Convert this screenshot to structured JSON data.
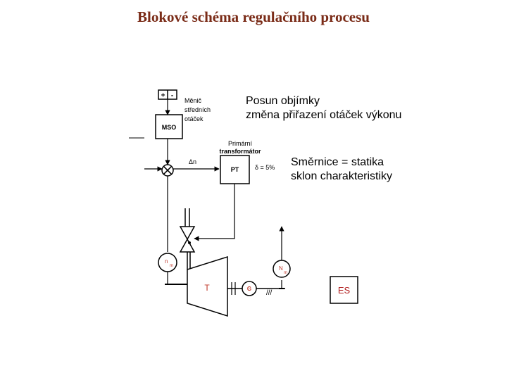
{
  "title": "Blokové schéma regulačního procesu",
  "notes": {
    "shift_line1": "Posun objímky",
    "shift_line2": "změna přiřazení otáček výkonu",
    "slope_line1": "Směrnice = statika",
    "slope_line2": "sklon charakteristiky"
  },
  "diagram": {
    "plus": "+",
    "minus": "-",
    "converter_line1": "Měnič",
    "converter_line2": "středních",
    "converter_line3": "otáček",
    "mso": "MSO",
    "primary_line1": "Primární",
    "primary_line2": "transformátor",
    "delta_n": "Δn",
    "pt": "PT",
    "delta_pct": "δ = 5%",
    "n_main": "n",
    "n_sub": "m",
    "N_main": "N",
    "N_sub": "m",
    "turbine": "T",
    "generator": "G",
    "grid": "///",
    "es": "ES"
  },
  "colors": {
    "title": "#7a2b17",
    "es_text": "#b22222",
    "label_red": "#c0392b"
  }
}
